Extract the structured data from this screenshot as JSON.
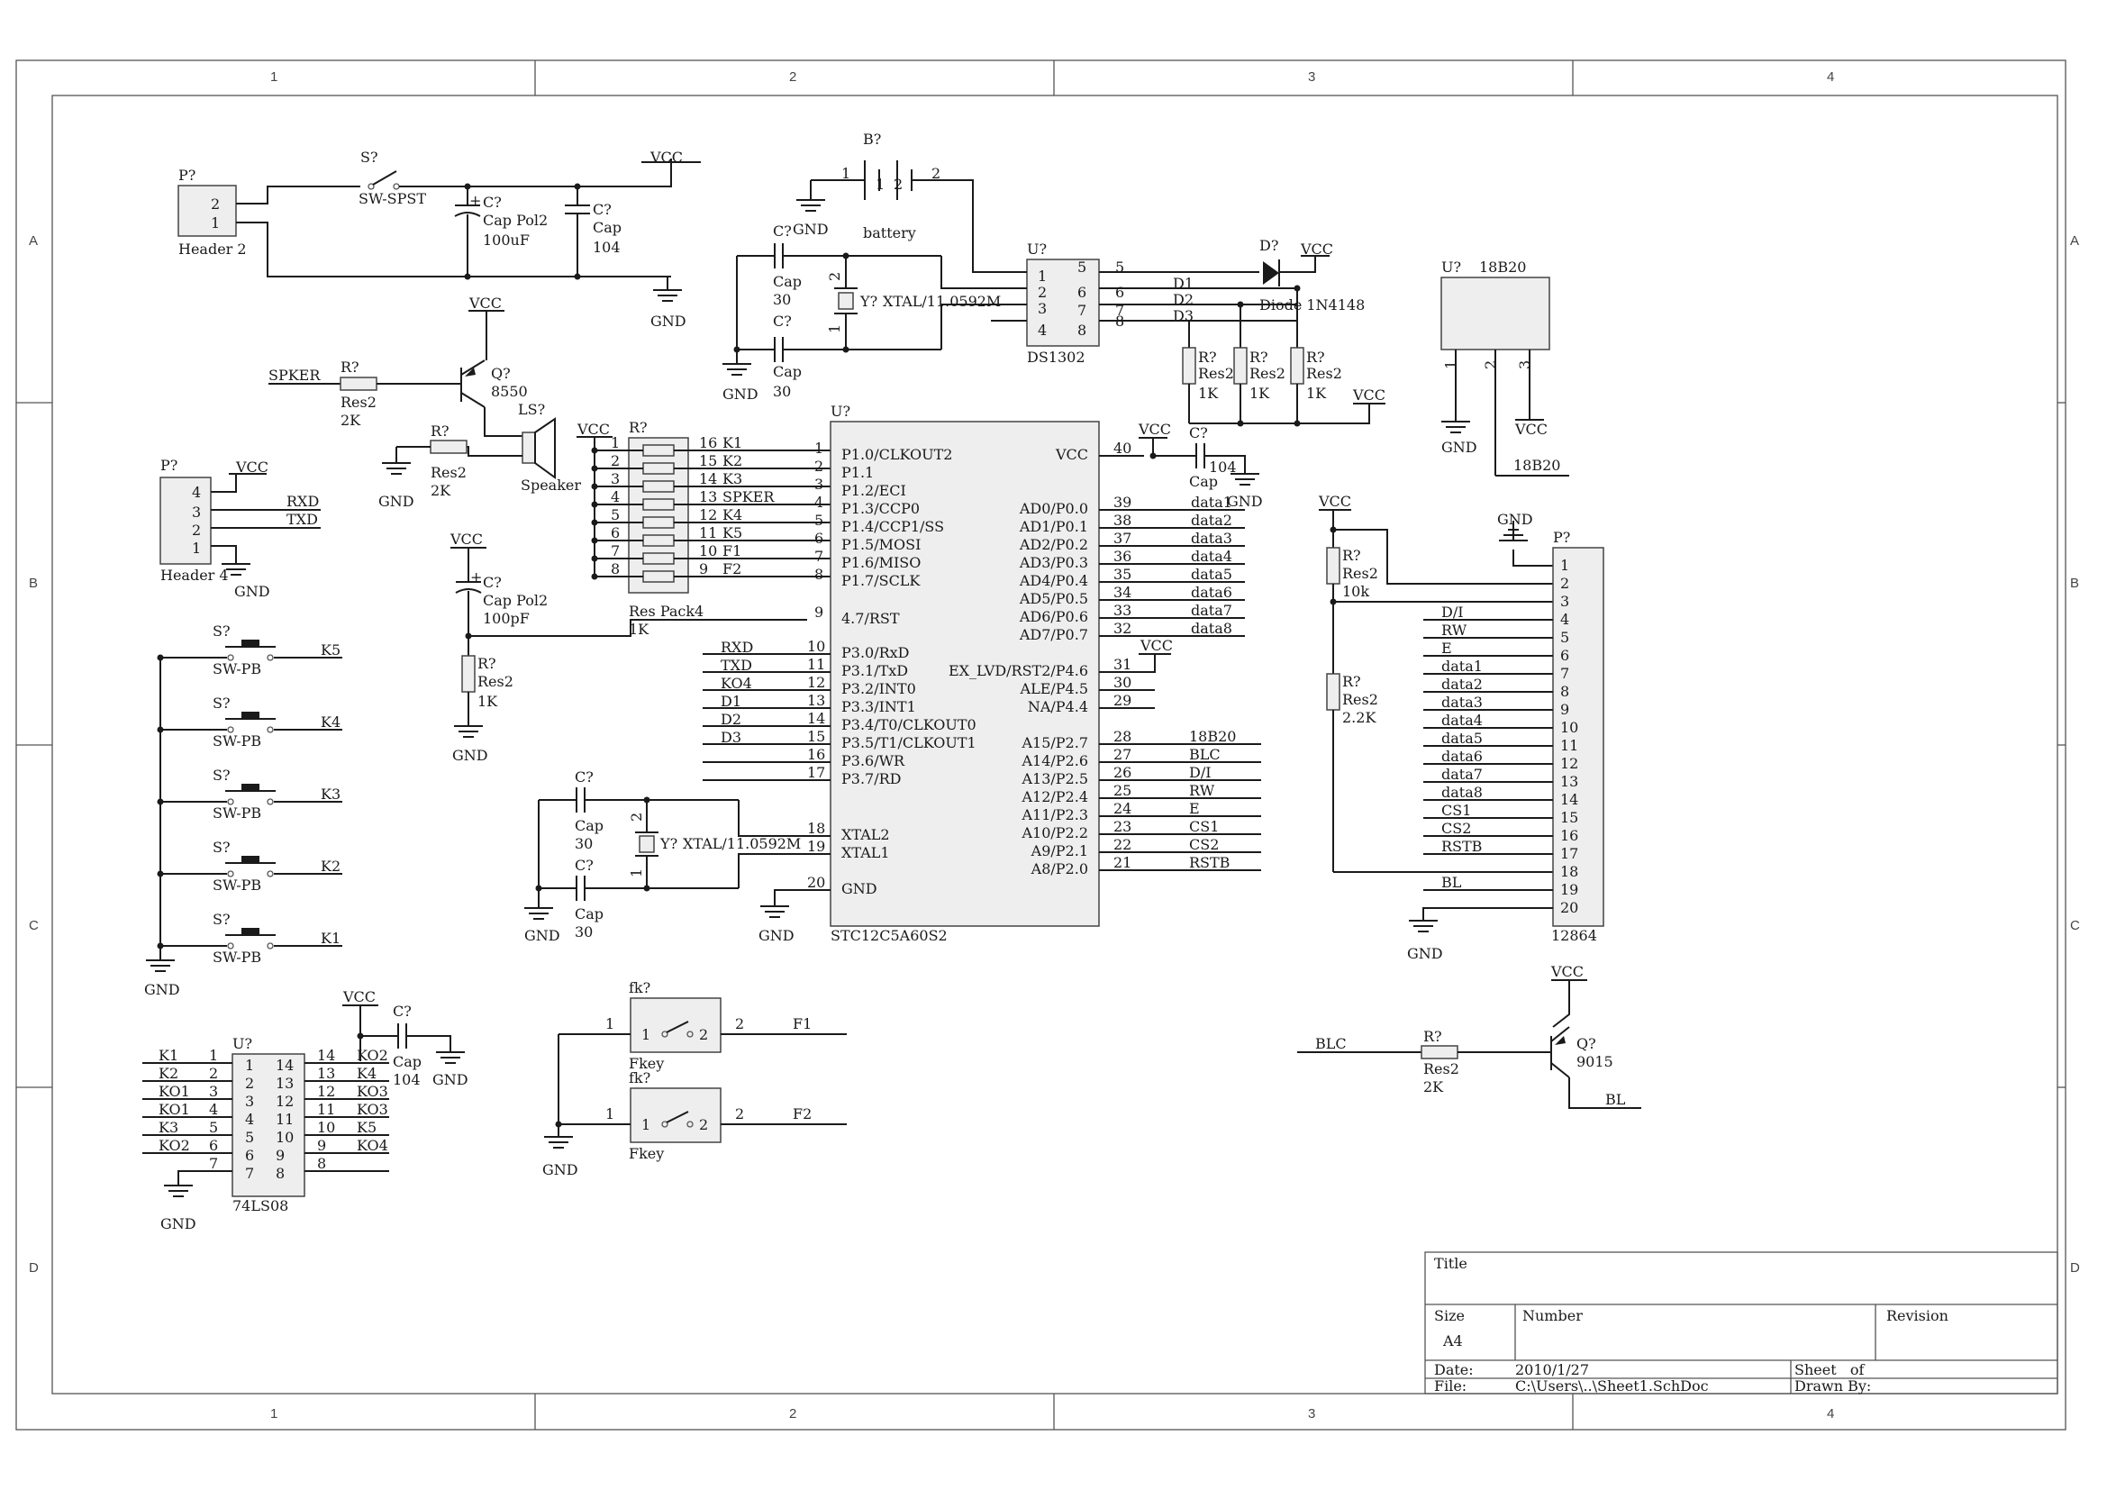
{
  "zones": {
    "cols": [
      "1",
      "2",
      "3",
      "4"
    ],
    "rows": [
      "A",
      "B",
      "C",
      "D"
    ]
  },
  "parts": {
    "p_header2": {
      "ref": "P?",
      "name": "Header 2",
      "pins": [
        "2",
        "1"
      ]
    },
    "s_spst": {
      "ref": "S?",
      "name": "SW-SPST"
    },
    "c_pol_1": {
      "ref": "C?",
      "type": "Cap Pol2",
      "value": "100uF"
    },
    "c_104_a": {
      "ref": "C?",
      "type": "Cap",
      "value": "104"
    },
    "battery": {
      "ref": "B?",
      "name": "battery",
      "pin1": "1",
      "pin2": "2"
    },
    "c_xtal_rtc_a": {
      "ref": "C?",
      "type": "Cap",
      "value": "30"
    },
    "c_xtal_rtc_b": {
      "ref": "C?",
      "type": "Cap",
      "value": "30"
    },
    "xtal_rtc": {
      "ref": "Y?",
      "name": "XTAL/11.0592M",
      "p1": "1",
      "p2": "2"
    },
    "ds1302": {
      "ref": "U?",
      "name": "DS1302",
      "left": [
        "1",
        "2",
        "3",
        "4"
      ],
      "right": [
        "5",
        "6",
        "7",
        "8"
      ]
    },
    "diode": {
      "ref": "D?",
      "name": "Diode 1N4148"
    },
    "rtc_nets": [
      "D1",
      "D2",
      "D3"
    ],
    "r_rtc": [
      {
        "ref": "R?",
        "type": "Res2",
        "value": "1K"
      },
      {
        "ref": "R?",
        "type": "Res2",
        "value": "1K"
      },
      {
        "ref": "R?",
        "type": "Res2",
        "value": "1K"
      }
    ],
    "u_18b20": {
      "ref": "U?",
      "name": "18B20",
      "pins": [
        "1",
        "2",
        "3"
      ],
      "label": "18B20"
    },
    "r_spk": {
      "ref": "R?",
      "type": "Res2",
      "value": "2K"
    },
    "q_8550": {
      "ref": "Q?",
      "value": "8550"
    },
    "speaker": {
      "ref": "LS?",
      "name": "Speaker"
    },
    "r_spk2": {
      "ref": "R?",
      "type": "Res2",
      "value": "2K"
    },
    "spker_net": "SPKER",
    "p_header4": {
      "ref": "P?",
      "name": "Header 4",
      "pins": [
        "4",
        "3",
        "2",
        "1"
      ],
      "nets": [
        "RXD",
        "TXD"
      ]
    },
    "res_pack": {
      "ref": "R?",
      "name": "Res Pack4",
      "value": "1K",
      "left": [
        "1",
        "2",
        "3",
        "4",
        "5",
        "6",
        "7",
        "8"
      ],
      "right": [
        "16",
        "15",
        "14",
        "13",
        "12",
        "11",
        "10",
        "9"
      ],
      "nets": [
        "K1",
        "K2",
        "K3",
        "SPKER",
        "K4",
        "K5",
        "F1",
        "F2"
      ]
    },
    "c_pol_2": {
      "ref": "C?",
      "type": "Cap Pol2",
      "value": "100pF"
    },
    "r_rst": {
      "ref": "R?",
      "type": "Res2",
      "value": "1K"
    },
    "mcu": {
      "ref": "U?",
      "name": "STC12C5A60S2",
      "left_pins": [
        {
          "num": "1",
          "name": "P1.0/CLKOUT2"
        },
        {
          "num": "2",
          "name": "P1.1"
        },
        {
          "num": "3",
          "name": "P1.2/ECI"
        },
        {
          "num": "4",
          "name": "P1.3/CCP0"
        },
        {
          "num": "5",
          "name": "P1.4/CCP1/SS"
        },
        {
          "num": "6",
          "name": "P1.5/MOSI"
        },
        {
          "num": "7",
          "name": "P1.6/MISO"
        },
        {
          "num": "8",
          "name": "P1.7/SCLK"
        },
        {
          "num": "9",
          "name": "4.7/RST"
        },
        {
          "num": "10",
          "name": "P3.0/RxD"
        },
        {
          "num": "11",
          "name": "P3.1/TxD"
        },
        {
          "num": "12",
          "name": "P3.2/INT0"
        },
        {
          "num": "13",
          "name": "P3.3/INT1"
        },
        {
          "num": "14",
          "name": "P3.4/T0/CLKOUT0"
        },
        {
          "num": "15",
          "name": "P3.5/T1/CLKOUT1"
        },
        {
          "num": "16",
          "name": "P3.6/WR"
        },
        {
          "num": "17",
          "name": "P3.7/RD"
        },
        {
          "num": "18",
          "name": "XTAL2"
        },
        {
          "num": "19",
          "name": "XTAL1"
        },
        {
          "num": "20",
          "name": "GND"
        }
      ],
      "right_pins": [
        {
          "num": "40",
          "name": "VCC"
        },
        {
          "num": "39",
          "name": "AD0/P0.0"
        },
        {
          "num": "38",
          "name": "AD1/P0.1"
        },
        {
          "num": "37",
          "name": "AD2/P0.2"
        },
        {
          "num": "36",
          "name": "AD3/P0.3"
        },
        {
          "num": "35",
          "name": "AD4/P0.4"
        },
        {
          "num": "34",
          "name": "AD5/P0.5"
        },
        {
          "num": "33",
          "name": "AD6/P0.6"
        },
        {
          "num": "32",
          "name": "AD7/P0.7"
        },
        {
          "num": "31",
          "name": "EX_LVD/RST2/P4.6"
        },
        {
          "num": "30",
          "name": "ALE/P4.5"
        },
        {
          "num": "29",
          "name": "NA/P4.4"
        },
        {
          "num": "28",
          "name": "A15/P2.7"
        },
        {
          "num": "27",
          "name": "A14/P2.6"
        },
        {
          "num": "26",
          "name": "A13/P2.5"
        },
        {
          "num": "25",
          "name": "A12/P2.4"
        },
        {
          "num": "24",
          "name": "A11/P2.3"
        },
        {
          "num": "23",
          "name": "A10/P2.2"
        },
        {
          "num": "22",
          "name": "A9/P2.1"
        },
        {
          "num": "21",
          "name": "A8/P2.0"
        }
      ],
      "left_nets": [
        "RXD",
        "TXD",
        "KO4",
        "D1",
        "D2",
        "D3"
      ],
      "data_nets": [
        "data1",
        "data2",
        "data3",
        "data4",
        "data5",
        "data6",
        "data7",
        "data8"
      ],
      "p2_nets": [
        "18B20",
        "BLC",
        "D/I",
        "RW",
        "E",
        "CS1",
        "CS2",
        "RSTB"
      ]
    },
    "c_vcc": {
      "ref": "C?",
      "type": "Cap",
      "value": "104"
    },
    "c_xtal_a": {
      "ref": "C?",
      "type": "Cap",
      "value": "30"
    },
    "c_xtal_b": {
      "ref": "C?",
      "type": "Cap",
      "value": "30"
    },
    "xtal_main": {
      "ref": "Y?",
      "name": "XTAL/11.0592M",
      "p1": "1",
      "p2": "2"
    },
    "switches": [
      {
        "ref": "S?",
        "name": "SW-PB",
        "net": "K5"
      },
      {
        "ref": "S?",
        "name": "SW-PB",
        "net": "K4"
      },
      {
        "ref": "S?",
        "name": "SW-PB",
        "net": "K3"
      },
      {
        "ref": "S?",
        "name": "SW-PB",
        "net": "K2"
      },
      {
        "ref": "S?",
        "name": "SW-PB",
        "net": "K1"
      }
    ],
    "u_74ls08": {
      "ref": "U?",
      "name": "74LS08",
      "left": [
        "1",
        "2",
        "3",
        "4",
        "5",
        "6",
        "7"
      ],
      "right": [
        "14",
        "13",
        "12",
        "11",
        "10",
        "9",
        "8"
      ],
      "inner_left": [
        "1",
        "2",
        "3",
        "4",
        "5",
        "6",
        "7"
      ],
      "inner_right": [
        "14",
        "13",
        "12",
        "11",
        "10",
        "9",
        "8"
      ],
      "left_nets": [
        "K1",
        "K2",
        "KO1",
        "KO1",
        "K3",
        "KO2"
      ],
      "right_nets": [
        "KO2",
        "K4",
        "KO3",
        "KO3",
        "K5",
        "KO4"
      ]
    },
    "c_74": {
      "ref": "C?",
      "type": "Cap",
      "value": "104"
    },
    "fkeys": [
      {
        "ref": "fk?",
        "name": "Fkey",
        "pin1": "1",
        "pin2": "2",
        "inner1": "1",
        "inner2": "2",
        "net": "F1"
      },
      {
        "ref": "fk?",
        "name": "Fkey",
        "pin1": "1",
        "pin2": "2",
        "inner1": "1",
        "inner2": "2",
        "net": "F2"
      }
    ],
    "r_10k": {
      "ref": "R?",
      "type": "Res2",
      "value": "10k"
    },
    "r_22k": {
      "ref": "R?",
      "type": "Res2",
      "value": "2.2K"
    },
    "lcd": {
      "ref": "P?",
      "name": "12864",
      "pins": [
        "1",
        "2",
        "3",
        "4",
        "5",
        "6",
        "7",
        "8",
        "9",
        "10",
        "11",
        "12",
        "13",
        "14",
        "15",
        "16",
        "17",
        "18",
        "19",
        "20"
      ],
      "nets": [
        "D/I",
        "RW",
        "E",
        "data1",
        "data2",
        "data3",
        "data4",
        "data5",
        "data6",
        "data7",
        "data8",
        "CS1",
        "CS2",
        "RSTB",
        "BL"
      ]
    },
    "r_bl": {
      "ref": "R?",
      "type": "Res2",
      "value": "2K"
    },
    "q_9015": {
      "ref": "Q?",
      "value": "9015"
    },
    "bl_nets": {
      "in": "BLC",
      "out": "BL"
    }
  },
  "labels": {
    "vcc": "VCC",
    "gnd": "GND"
  },
  "title_block": {
    "title_label": "Title",
    "size_label": "Size",
    "size_value": "A4",
    "number_label": "Number",
    "revision_label": "Revision",
    "date_label": "Date:",
    "date_value": "2010/1/27",
    "file_label": "File:",
    "file_value": "C:\\Users\\..\\Sheet1.SchDoc",
    "sheet_label": "Sheet   of",
    "drawn_label": "Drawn By:"
  }
}
